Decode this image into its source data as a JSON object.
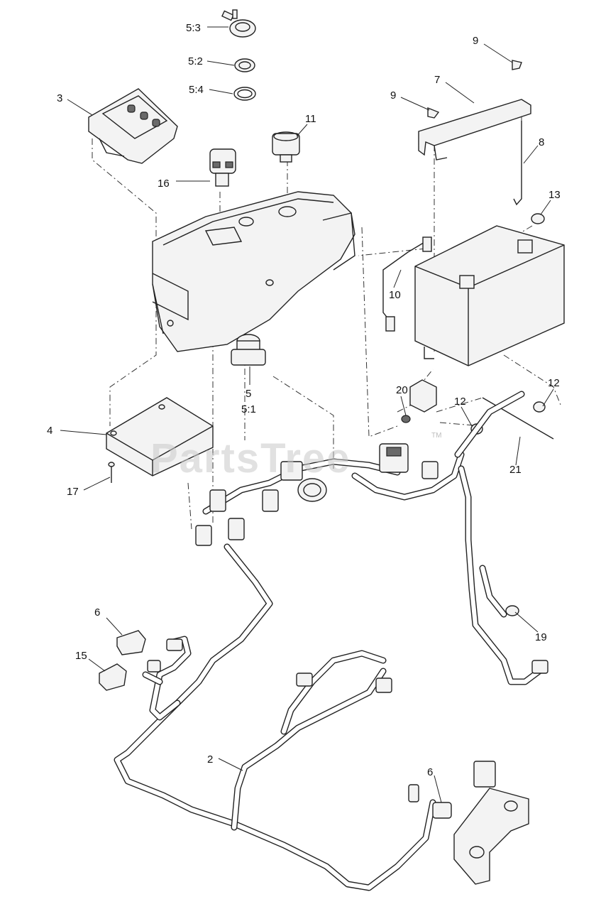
{
  "watermark": "PartsTree",
  "watermark_tm": "TM",
  "callouts": {
    "c5_3": "5:3",
    "c5_2": "5:2",
    "c5_4": "5:4",
    "c3": "3",
    "c9a": "9",
    "c9b": "9",
    "c7": "7",
    "c8": "8",
    "c11": "11",
    "c16": "16",
    "c13": "13",
    "c10": "10",
    "c5": "5",
    "c5_1": "5:1",
    "c20": "20",
    "c12a": "12",
    "c12b": "12",
    "c4": "4",
    "c21": "21",
    "c17": "17",
    "c6a": "6",
    "c15": "15",
    "c19": "19",
    "c2": "2",
    "c6b": "6"
  }
}
